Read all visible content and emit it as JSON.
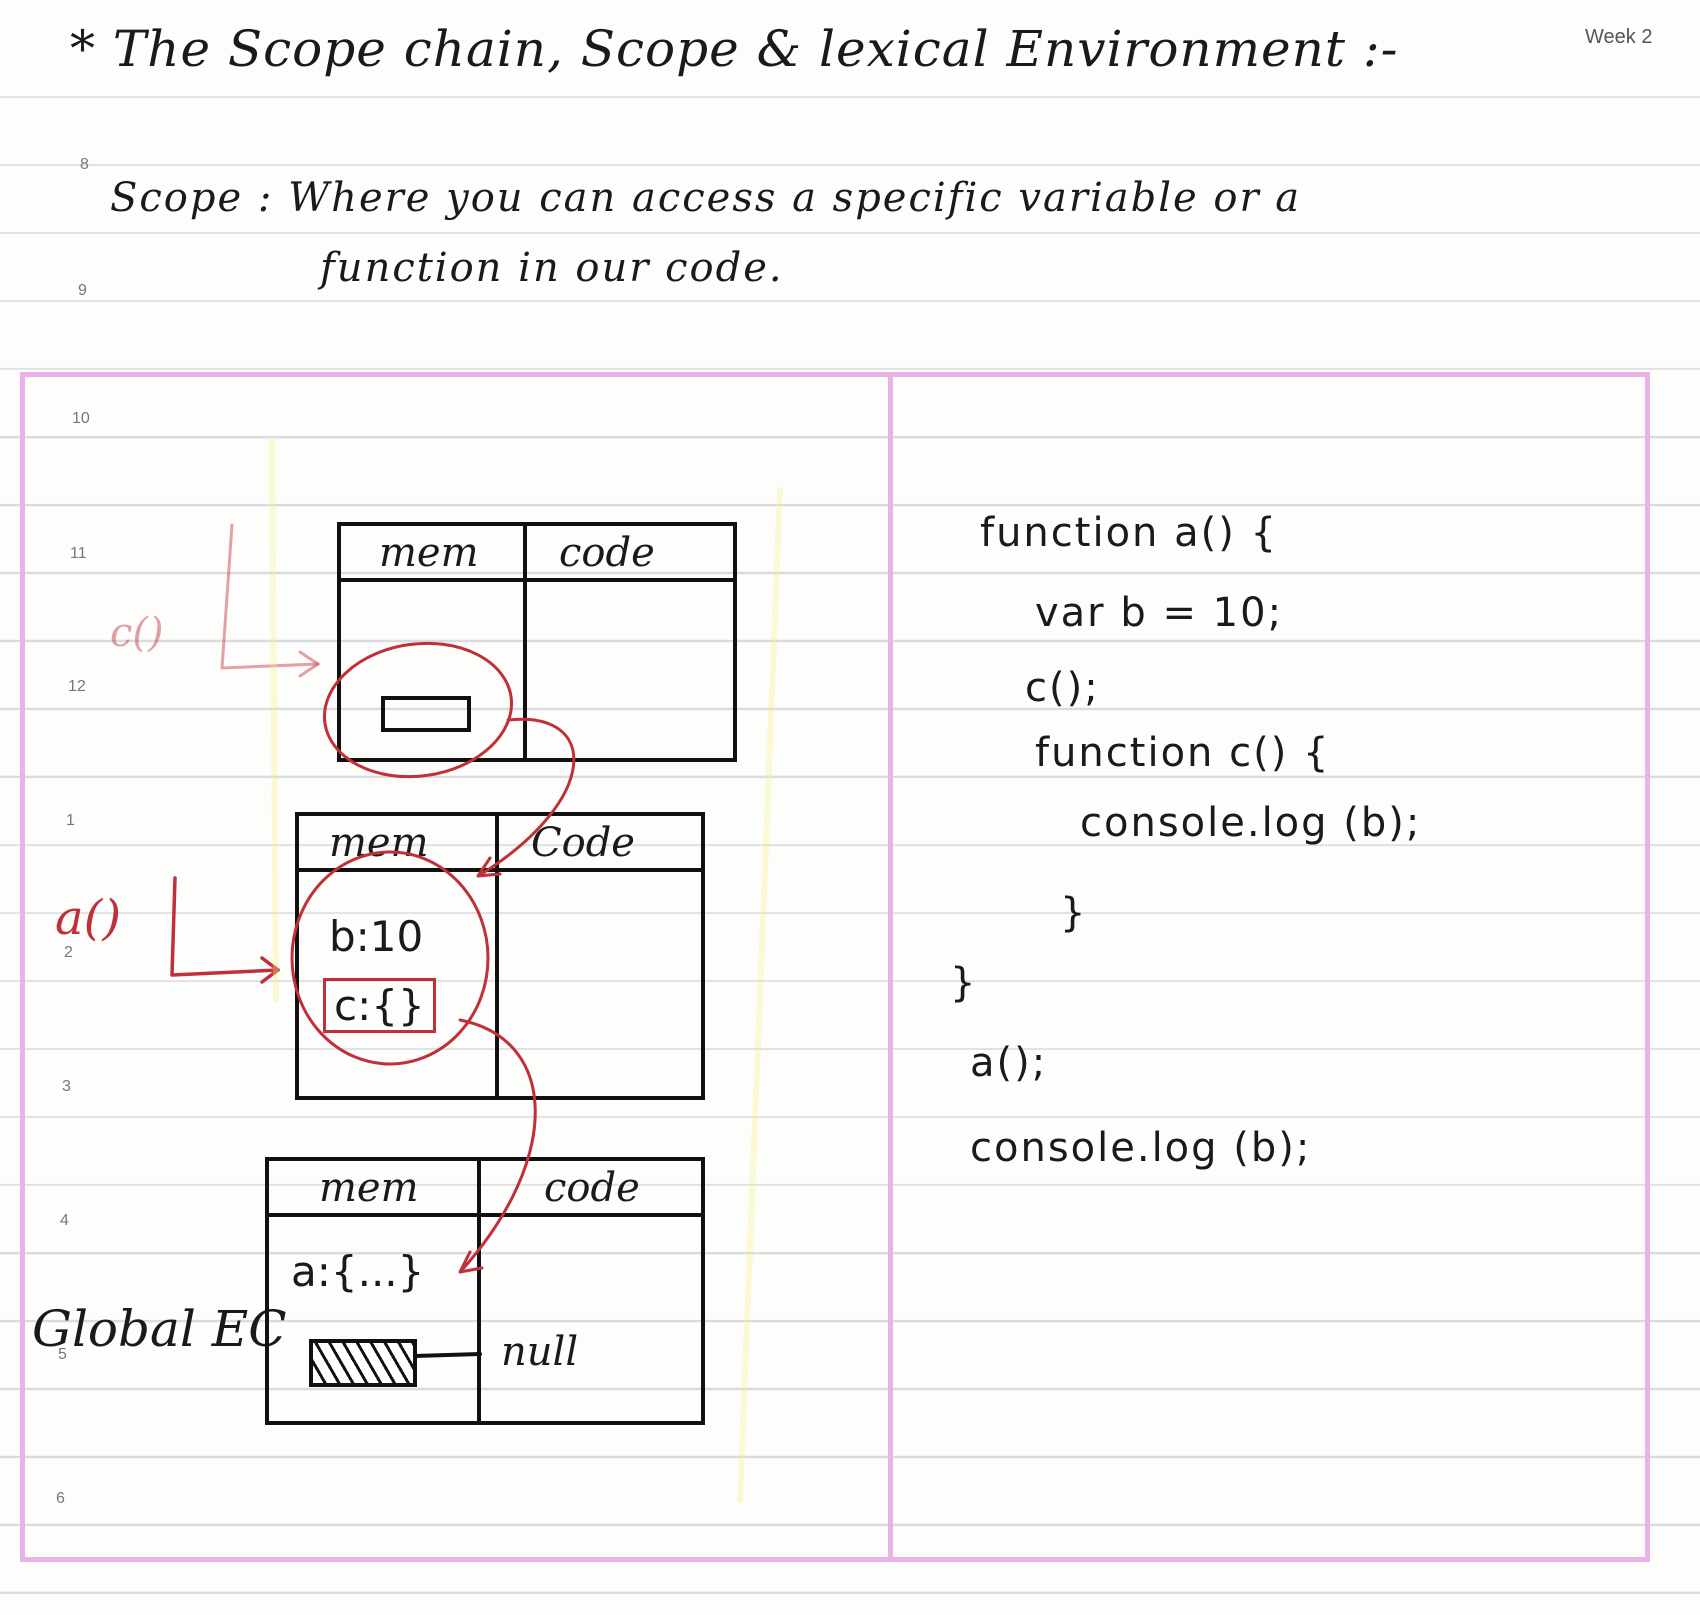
{
  "header": {
    "title": "* The Scope chain, Scope & lexical Environment :-",
    "week_tag": "Week 2"
  },
  "definition": {
    "line1": "Scope : Where you can access a specific variable or a",
    "line2": "function in our code."
  },
  "margin_numbers": [
    "8",
    "9",
    "10",
    "11",
    "12",
    "1",
    "2",
    "3",
    "4",
    "5",
    "6"
  ],
  "diagram": {
    "contexts": [
      {
        "label": "c()",
        "headers": {
          "mem": "mem",
          "code": "code"
        },
        "memory": [],
        "note": ""
      },
      {
        "label": "a()",
        "headers": {
          "mem": "mem",
          "code": "Code"
        },
        "memory": [
          "b:10",
          "c:{}"
        ]
      },
      {
        "label": "Global EC",
        "headers": {
          "mem": "mem",
          "code": "code"
        },
        "memory": [
          "a:{...}"
        ],
        "parent_ref": "null"
      }
    ]
  },
  "code_sample": {
    "lines": [
      "function a() {",
      "var b = 10;",
      "c();",
      "function c() {",
      "console.log (b);",
      "}",
      "}",
      "a();",
      "console.log (b);"
    ]
  },
  "colors": {
    "ink": "#1a1a1a",
    "red_pen": "#c0303a",
    "frame_pink": "#eab2e6",
    "rule_line": "#d9dbe0"
  }
}
